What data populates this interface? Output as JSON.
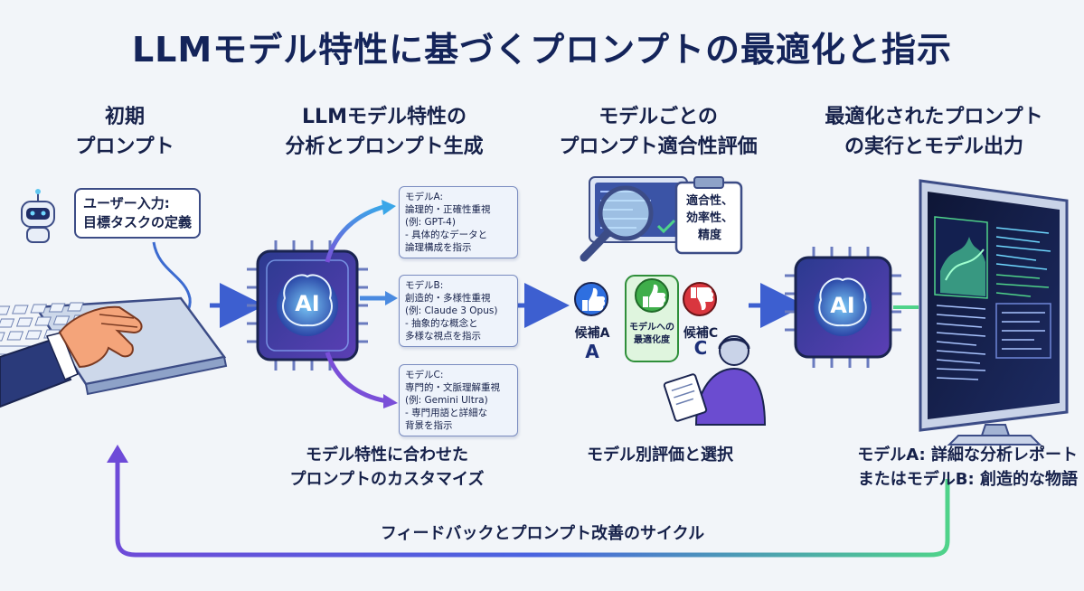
{
  "title": "LLMモデル特性に基づくプロンプトの最適化と指示",
  "stages": [
    {
      "lines": [
        "初期",
        "プロンプト"
      ]
    },
    {
      "lines": [
        "LLMモデル特性の",
        "分析とプロンプト生成"
      ]
    },
    {
      "lines": [
        "モデルごとの",
        "プロンプト適合性評価"
      ]
    },
    {
      "lines": [
        "最適化されたプロンプト",
        "の実行とモデル出力"
      ]
    }
  ],
  "user_input": {
    "line1": "ユーザー入力:",
    "line2": "目標タスクの定義"
  },
  "ai_label": "AI",
  "model_cards": [
    {
      "lines": [
        "モデルA:",
        "論理的・正確性重視",
        "(例: GPT-4)",
        "- 具体的なデータと",
        "論理構成を指示"
      ]
    },
    {
      "lines": [
        "モデルB:",
        "創造的・多様性重視",
        "(例: Claude 3 Opus)",
        "- 抽象的な概念と",
        "多様な視点を指示"
      ]
    },
    {
      "lines": [
        "モデルC:",
        "専門的・文脈理解重視",
        "(例: Gemini Ultra)",
        "- 専門用語と詳細な",
        "背景を指示"
      ]
    }
  ],
  "evaluation": {
    "clipboard_lines": [
      "適合性、",
      "効率性、",
      "精度"
    ],
    "candidate_a": "候補A",
    "candidate_a_letter": "A",
    "candidate_c": "候補C",
    "candidate_c_letter": "C",
    "best_fit_lines": [
      "モデルへの",
      "最適化度"
    ]
  },
  "captions": {
    "stage2": [
      "モデル特性に合わせた",
      "プロンプトのカスタマイズ"
    ],
    "stage3": [
      "モデル別評価と選択"
    ],
    "stage4": [
      "モデルA: 詳細な分析レポート",
      "またはモデルB: 創造的な物語"
    ]
  },
  "cycle_label": "フィードバックとプロンプト改善のサイクル",
  "colors": {
    "title": "#14245a",
    "arrow_blue": "#3d5fd0",
    "cycle_green": "#4fd38a",
    "cycle_purple": "#6e4bd8",
    "thumb_green": "#3fae4a",
    "thumb_blue": "#2e6fe0",
    "thumb_red": "#d9363e"
  }
}
